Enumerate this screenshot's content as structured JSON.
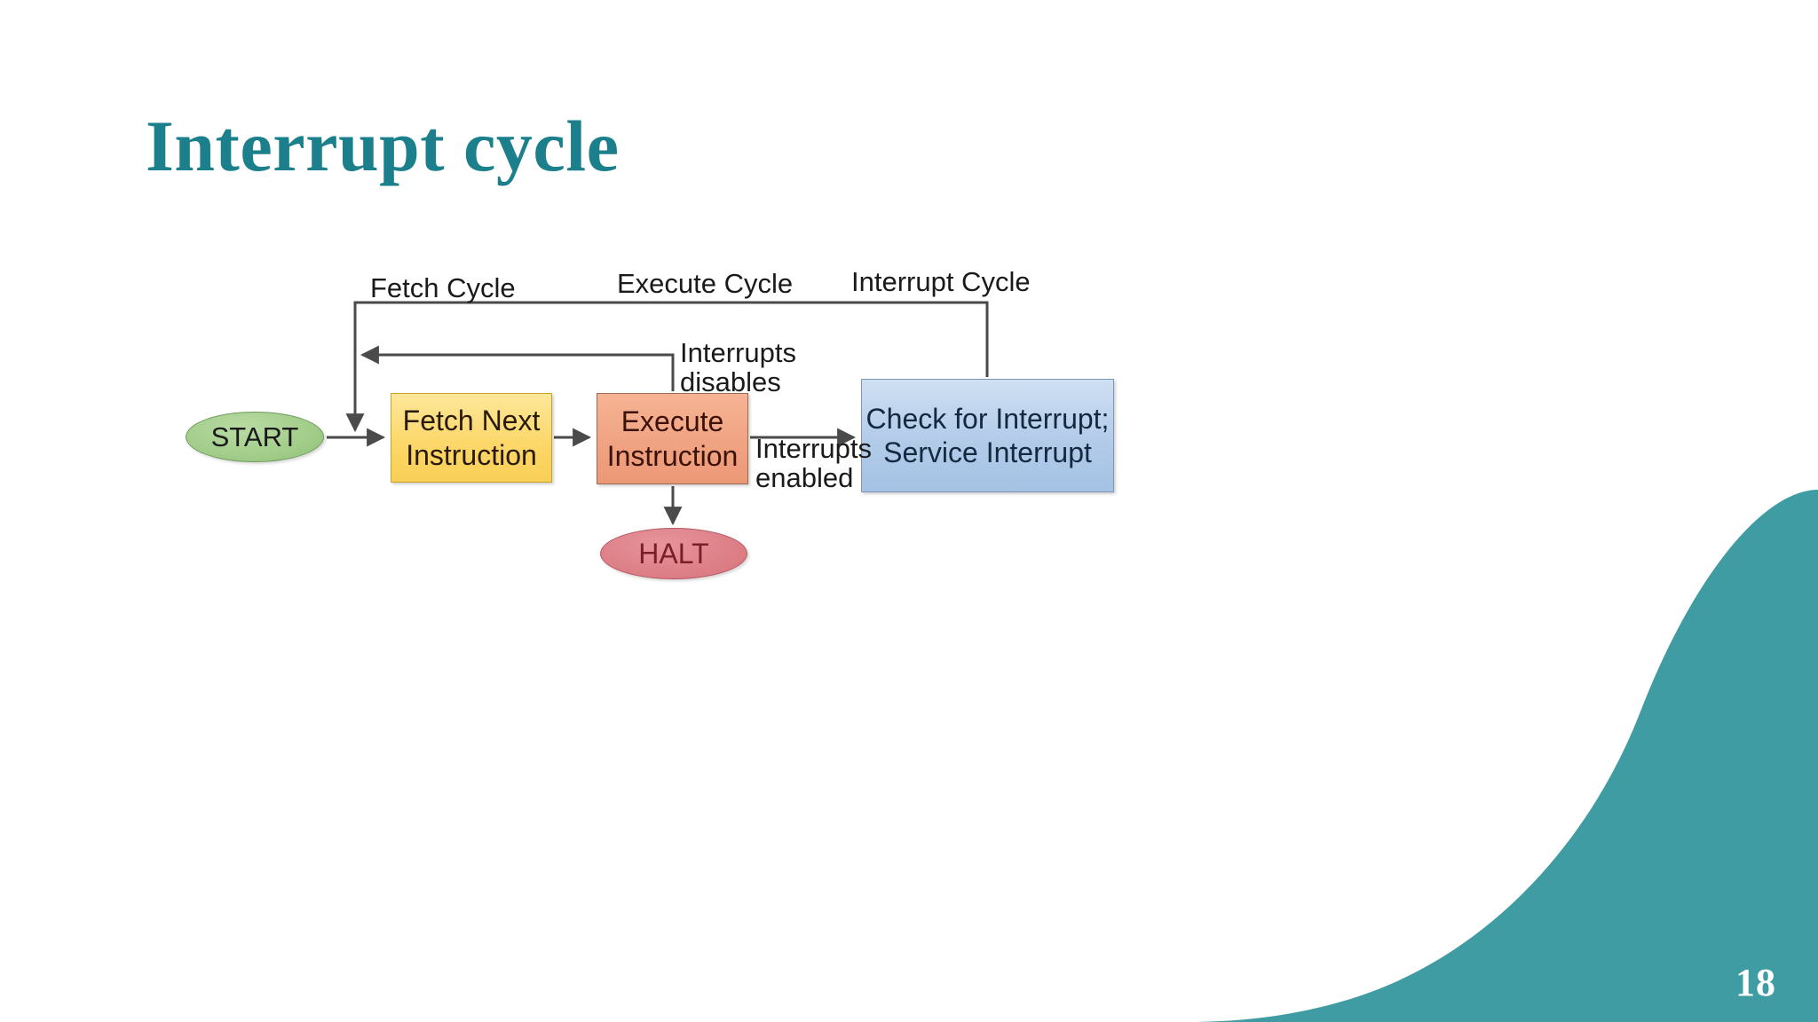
{
  "slide": {
    "title": "Interrupt cycle",
    "page_number": "18",
    "accent_color": "#3f9ca3",
    "title_color": "#1b7f8c",
    "background_color": "#ffffff"
  },
  "diagram": {
    "type": "flowchart",
    "nodes": [
      {
        "id": "start",
        "shape": "ellipse",
        "label": "START",
        "fill": "#a4ce8c",
        "text_color": "#1a1a1a"
      },
      {
        "id": "fetch",
        "shape": "rectangle",
        "label_line1": "Fetch Next",
        "label_line2": "Instruction",
        "fill": "#fcd86b",
        "text_color": "#2a1a0a"
      },
      {
        "id": "execute",
        "shape": "rectangle",
        "label_line1": "Execute",
        "label_line2": "Instruction",
        "fill": "#f0a382",
        "text_color": "#3a1208"
      },
      {
        "id": "check",
        "shape": "rectangle",
        "label_line1": "Check for Interrupt;",
        "label_line2": "Service Interrupt",
        "fill": "#b2cbe9",
        "text_color": "#14293f"
      },
      {
        "id": "halt",
        "shape": "ellipse",
        "label": "HALT",
        "fill": "#de8189",
        "text_color": "#7a1f26"
      }
    ],
    "captions": {
      "fetch_cycle": "Fetch Cycle",
      "execute_cycle": "Execute Cycle",
      "interrupt_cycle": "Interrupt Cycle",
      "interrupts_disables_line1": "Interrupts",
      "interrupts_disables_line2": "disables",
      "interrupts_enabled_line1": "Interrupts",
      "interrupts_enabled_line2": "enabled"
    },
    "edges": [
      {
        "from": "start",
        "to": "fetch",
        "label": ""
      },
      {
        "from": "fetch",
        "to": "execute",
        "label": ""
      },
      {
        "from": "execute",
        "to": "check",
        "label": "Interrupts enabled"
      },
      {
        "from": "execute",
        "to": "halt",
        "label": ""
      },
      {
        "from": "execute",
        "to": "fetch",
        "label": "Interrupts disables"
      },
      {
        "from": "check",
        "to": "fetch",
        "label": ""
      }
    ]
  }
}
